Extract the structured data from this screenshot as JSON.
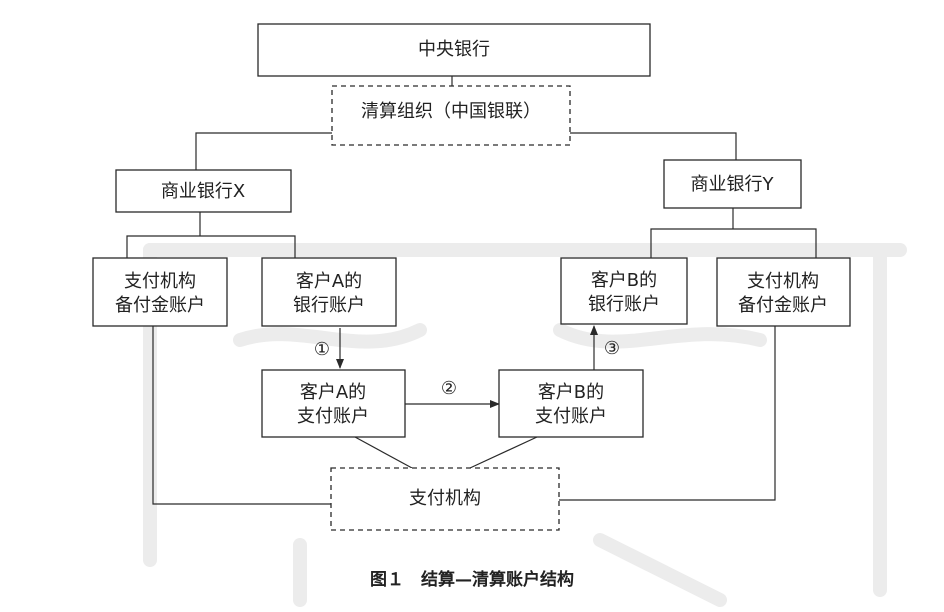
{
  "diagram": {
    "central_bank": "中央银行",
    "clearing_org": "清算组织（中国银联）",
    "bank_x": "商业银行X",
    "bank_y": "商业银行Y",
    "reserve_left_line1": "支付机构",
    "reserve_left_line2": "备付金账户",
    "reserve_right_line1": "支付机构",
    "reserve_right_line2": "备付金账户",
    "client_a_bank_line1": "客户A的",
    "client_a_bank_line2": "银行账户",
    "client_b_bank_line1": "客户B的",
    "client_b_bank_line2": "银行账户",
    "client_a_pay_line1": "客户A的",
    "client_a_pay_line2": "支付账户",
    "client_b_pay_line1": "客户B的",
    "client_b_pay_line2": "支付账户",
    "payment_institution": "支付机构",
    "step1": "①",
    "step2": "②",
    "step3": "③"
  },
  "caption": "图１　结算—清算账户结构"
}
